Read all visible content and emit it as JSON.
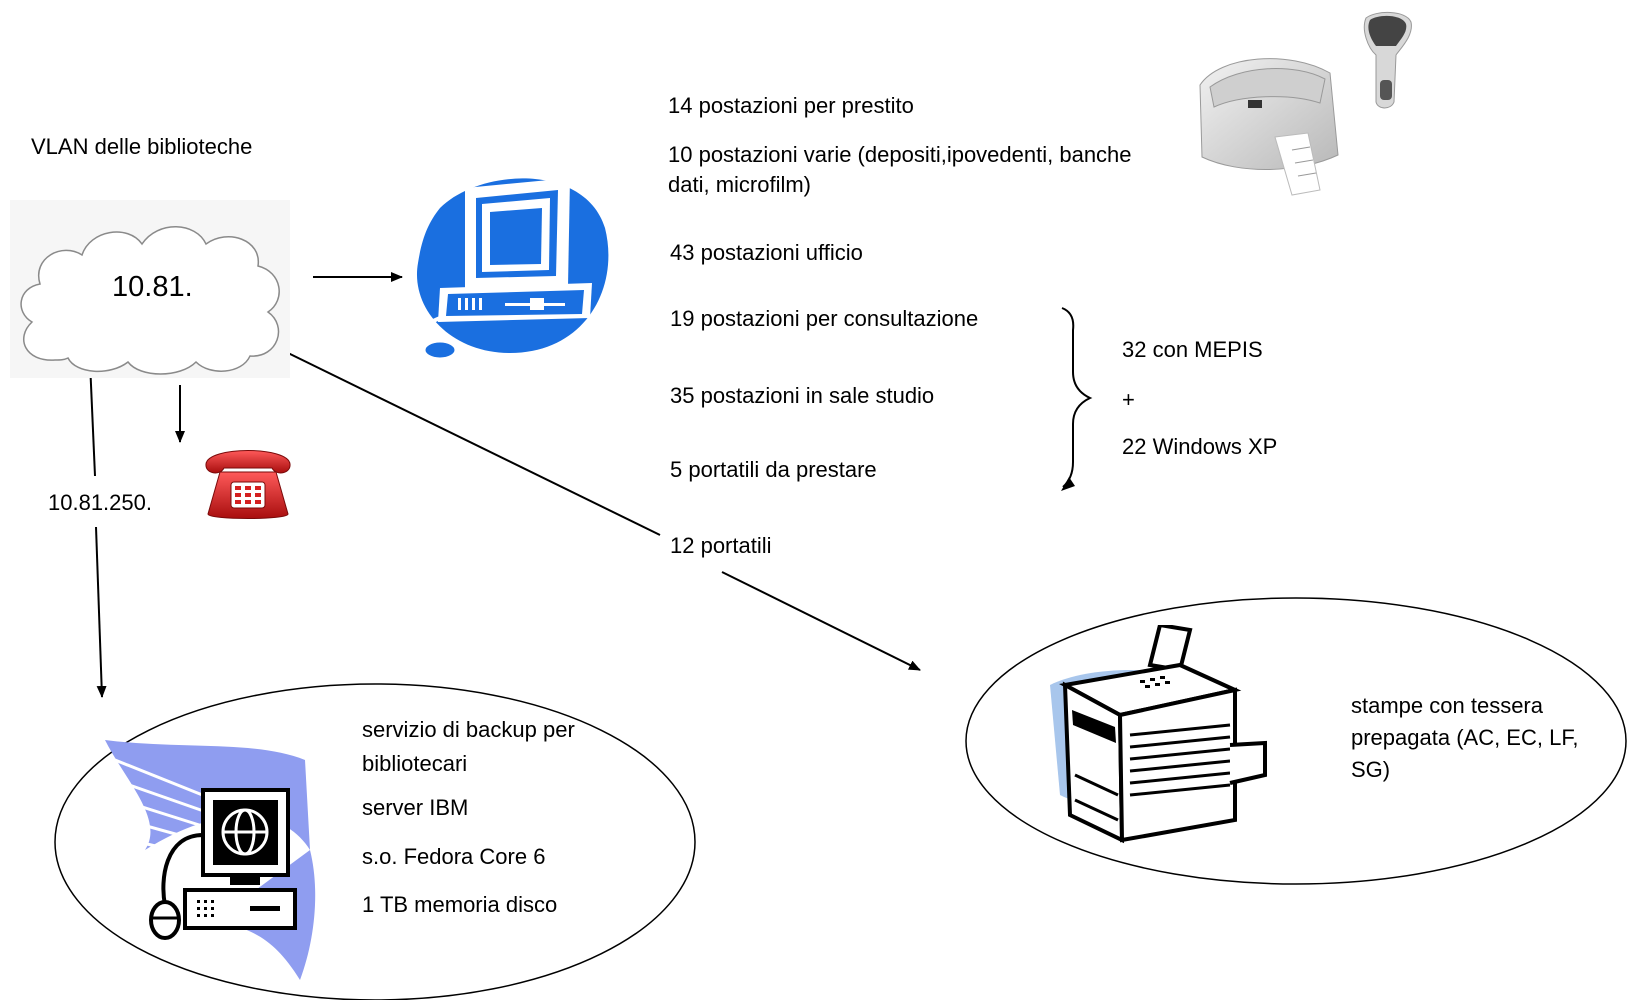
{
  "network": {
    "vlan_label": "VLAN delle biblioteche",
    "cloud_label": "10.81.",
    "voip_label": "10.81.250."
  },
  "workstations": {
    "loan": "14 postazioni per prestito",
    "various": "10 postazioni varie (depositi,ipovedenti, banche dati, microfilm)",
    "office": "43 postazioni ufficio",
    "consultation": "19 postazioni per consultazione",
    "study_rooms": "35 postazioni in sale studio",
    "loan_laptops": "5 portatili da prestare",
    "laptops": "12 portatili"
  },
  "os_split": {
    "mepis": "32 con MEPIS",
    "plus": "+",
    "windows": "22 Windows XP"
  },
  "backup": {
    "service": "servizio di backup per bibliotecari",
    "server": "server IBM",
    "os": "s.o. Fedora Core 6",
    "disk": "1 TB memoria disco"
  },
  "printing": {
    "label": "stampe con tessera prepagata (AC, EC, LF, SG)"
  },
  "colors": {
    "computer_blue": "#1a6fe0",
    "phone_red": "#d42020",
    "copier_blue": "#a8c6ec",
    "backup_swoosh": "#8f9df0"
  },
  "icons": [
    "cloud-icon",
    "desktop-computer-icon",
    "label-printer-icon",
    "barcode-scanner-icon",
    "telephone-icon",
    "web-server-icon",
    "photocopier-icon"
  ]
}
